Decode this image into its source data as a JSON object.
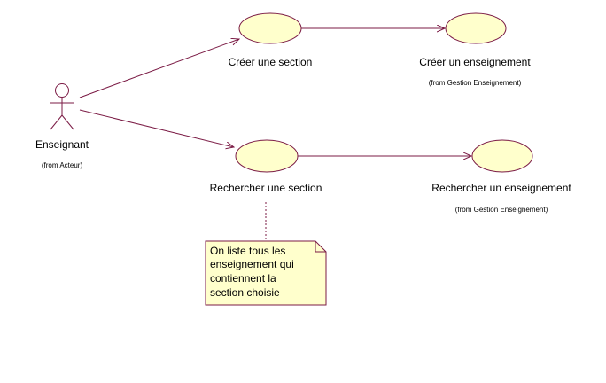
{
  "diagram": {
    "colors": {
      "line": "#7b1b45",
      "ellipse_fill": "#ffffcc",
      "ellipse_stroke": "#7b1b45",
      "note_fill": "#ffffcc",
      "text": "#000000"
    },
    "actor": {
      "name": "Enseignant",
      "from": "(from Acteur)"
    },
    "use_cases": {
      "creer_section": {
        "name": "Créer une section"
      },
      "creer_enseignement": {
        "name": "Créer un enseignement",
        "from": "(from Gestion Enseignement)"
      },
      "rechercher_section": {
        "name": "Rechercher une section"
      },
      "rechercher_enseignement": {
        "name": "Rechercher un enseignement",
        "from": "(from Gestion Enseignement)"
      }
    },
    "note": {
      "lines": [
        "On liste tous les",
        "enseignement qui",
        "contiennent la",
        "section choisie"
      ]
    }
  }
}
